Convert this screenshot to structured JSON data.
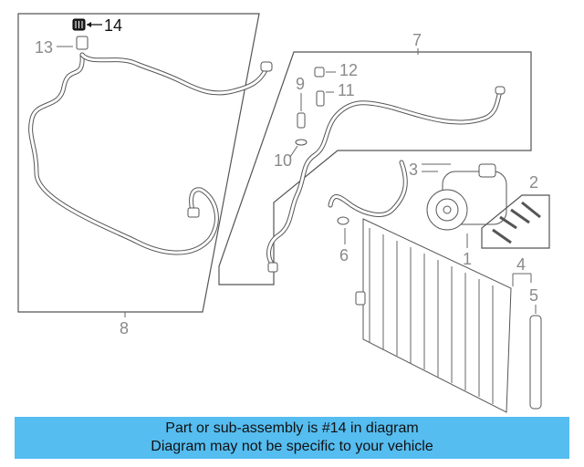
{
  "diagram": {
    "callouts": {
      "c1": "1",
      "c2": "2",
      "c3": "3",
      "c4": "4",
      "c5": "5",
      "c6": "6",
      "c7": "7",
      "c8": "8",
      "c9": "9",
      "c10": "10",
      "c11": "11",
      "c12": "12",
      "c13": "13",
      "c14": "14"
    },
    "highlighted_callout": "14",
    "highlight_color": "#111111",
    "callout_color": "#8a8a8a"
  },
  "banner": {
    "line1": "Part or sub-assembly is #14 in diagram",
    "line2": "Diagram may not be specific to your vehicle",
    "background": "#55bdf0"
  }
}
